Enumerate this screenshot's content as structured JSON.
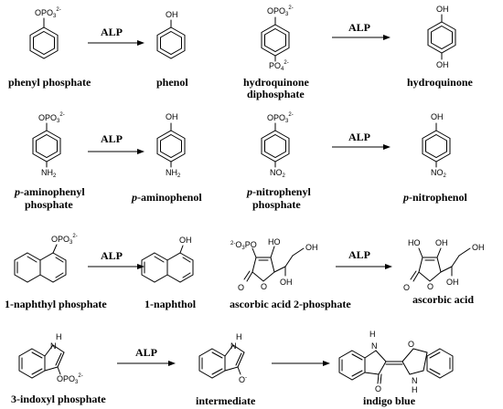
{
  "enzyme": "ALP",
  "rows": [
    [
      {
        "id": "phenyl-phosphate",
        "label": "phenyl phosphate",
        "sub": [
          "OPO",
          "3",
          "2-"
        ]
      },
      {
        "id": "phenol",
        "label": "phenol",
        "sub": [
          "OH"
        ]
      },
      {
        "id": "hydroquinone-diphosphate",
        "label1": "hydroquinone",
        "label2": "diphosphate",
        "sub": [
          "OPO",
          "3",
          "2-"
        ],
        "sub2": [
          "PO",
          "4",
          "2-"
        ]
      },
      {
        "id": "hydroquinone",
        "label": "hydroquinone",
        "sub": [
          "OH"
        ],
        "sub2": [
          "OH"
        ]
      }
    ],
    [
      {
        "id": "p-aminophenyl-phosphate",
        "label1_it": "p",
        "label1": "-aminophenyl",
        "label2": "phosphate",
        "sub": [
          "OPO",
          "3",
          "2-"
        ],
        "sub2": [
          "NH",
          "2",
          ""
        ]
      },
      {
        "id": "p-aminophenol",
        "label_it": "p",
        "label": "-aminophenol",
        "sub": [
          "OH"
        ],
        "sub2": [
          "NH",
          "2",
          ""
        ]
      },
      {
        "id": "p-nitrophenyl-phosphate",
        "label1_it": "p",
        "label1": "-nitrophenyl",
        "label2": "phosphate",
        "sub": [
          "OPO",
          "3",
          "2-"
        ],
        "sub2": [
          "NO",
          "2",
          ""
        ]
      },
      {
        "id": "p-nitrophenol",
        "label_it": "p",
        "label": "-nitrophenol",
        "sub": [
          "OH"
        ],
        "sub2": [
          "NO",
          "2",
          ""
        ]
      }
    ],
    [
      {
        "id": "1-naphthyl-phosphate",
        "label": "1-naphthyl phosphate",
        "sub": [
          "OPO",
          "3",
          "2-"
        ]
      },
      {
        "id": "1-naphthol",
        "label": "1-naphthol",
        "sub": [
          "OH"
        ]
      },
      {
        "id": "ascorbic-acid-2-phosphate",
        "label": "ascorbic acid 2-phosphate",
        "p": [
          "O",
          "3",
          "PO"
        ],
        "charge": "2-",
        "ho": "HO",
        "oh1": "OH",
        "oh2": "OH",
        "o1": "O",
        "o2": "O"
      },
      {
        "id": "ascorbic-acid",
        "label": "ascorbic acid",
        "ho": "HO",
        "oh0": "OH",
        "oh1": "OH",
        "oh2": "OH",
        "o1": "O",
        "o2": "O"
      }
    ],
    [
      {
        "id": "3-indoxyl-phosphate",
        "label": "3-indoxyl phosphate",
        "nh": "H",
        "n": "N",
        "sub": [
          "OPO",
          "3",
          "2-"
        ]
      },
      {
        "id": "intermediate",
        "label": "intermediate",
        "nh": "H",
        "n": "N",
        "o": "O",
        "charge": "-"
      },
      {
        "id": "indigo-blue",
        "label": "indigo blue",
        "nh1": "H",
        "n1": "N",
        "nh2": "H",
        "n2": "N",
        "o1": "O",
        "o2": "O"
      }
    ]
  ]
}
